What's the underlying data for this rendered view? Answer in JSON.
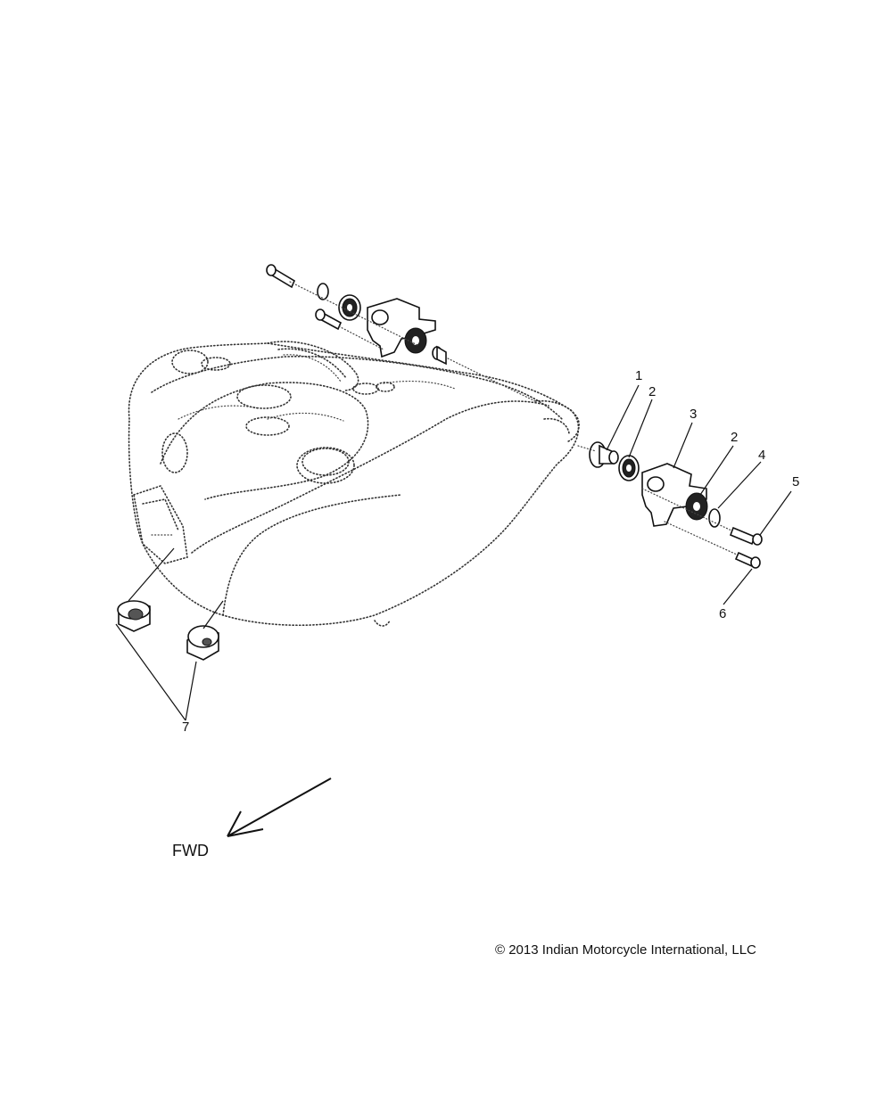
{
  "diagram": {
    "callouts": [
      "1",
      "2",
      "3",
      "2",
      "4",
      "5",
      "6",
      "7"
    ],
    "direction_label": "FWD",
    "copyright": "© 2013 Indian Motorcycle International, LLC"
  }
}
